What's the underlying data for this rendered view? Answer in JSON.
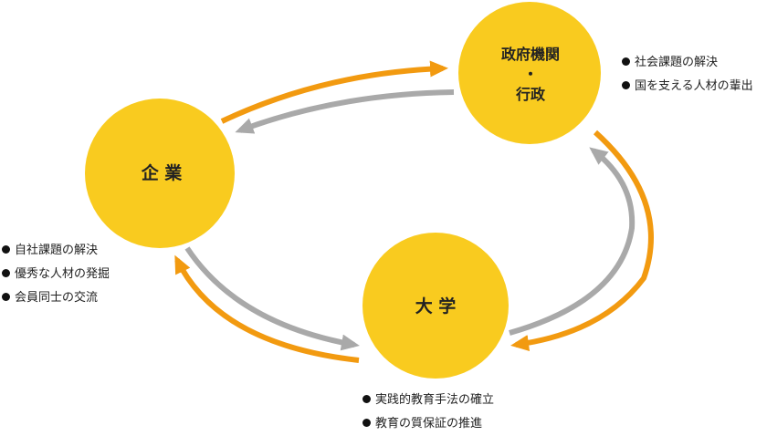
{
  "colors": {
    "node_fill": "#F9CB1F",
    "orange_arrow": "#F29A10",
    "gray_arrow": "#A9A9A9",
    "text": "#222222",
    "bullet_dot": "#111111"
  },
  "nodes": {
    "company": {
      "label": "企 業"
    },
    "government": {
      "label_line1": "政府機関",
      "label_line2": "・",
      "label_line3": "行政"
    },
    "university": {
      "label": "大 学"
    }
  },
  "bullets": {
    "company": [
      "自社課題の解決",
      "優秀な人材の発掘",
      "会員同士の交流"
    ],
    "government": [
      "社会課題の解決",
      "国を支える人材の輩出"
    ],
    "university": [
      "実践的教育手法の確立",
      "教育の質保証の推進"
    ]
  }
}
